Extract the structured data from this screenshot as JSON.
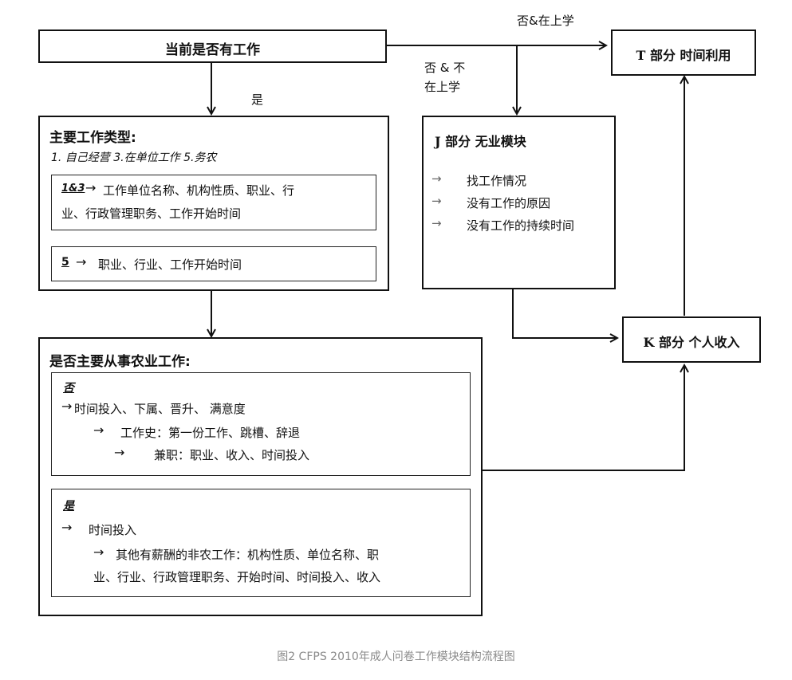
{
  "nodes": {
    "current_work": "当前是否有工作",
    "t_section": "T 部分 时间利用",
    "j_section": {
      "title": "J 部分 无业模块",
      "items": [
        "找工作情况",
        "没有工作的原因",
        "没有工作的持续时间"
      ]
    },
    "k_section": "K 部分 个人收入",
    "main_type": {
      "title": "主要工作类型:",
      "options": "1. 自己经营   3.在单位工作   5.务农",
      "sub1_key": "1&3",
      "sub1_line1": "工作单位名称、机构性质、职业、行",
      "sub1_line2": "业、行政管理职务、工作开始时间",
      "sub2_key": "5",
      "sub2_text": "职业、行业、工作开始时间"
    },
    "agri": {
      "title": "是否主要从事农业工作:",
      "no_key": "否",
      "no_line1": "时间投入、下属、晋升、 满意度",
      "no_line2": "工作史：第一份工作、跳槽、辞退",
      "no_line3": "兼职：职业、收入、时间投入",
      "yes_key": "是",
      "yes_line1": "时间投入",
      "yes_line2": "其他有薪酬的非农工作：机构性质、单位名称、职",
      "yes_line3": "业、行业、行政管理职务、开始时间、时间投入、收入"
    }
  },
  "edge_labels": {
    "no_studying": "否&在上学",
    "no_not_studying_1": "否 & 不",
    "no_not_studying_2": "在上学",
    "yes": "是"
  },
  "arrow_glyph": "→",
  "caption": "图2 CFPS 2010年成人问卷工作模块结构流程图"
}
